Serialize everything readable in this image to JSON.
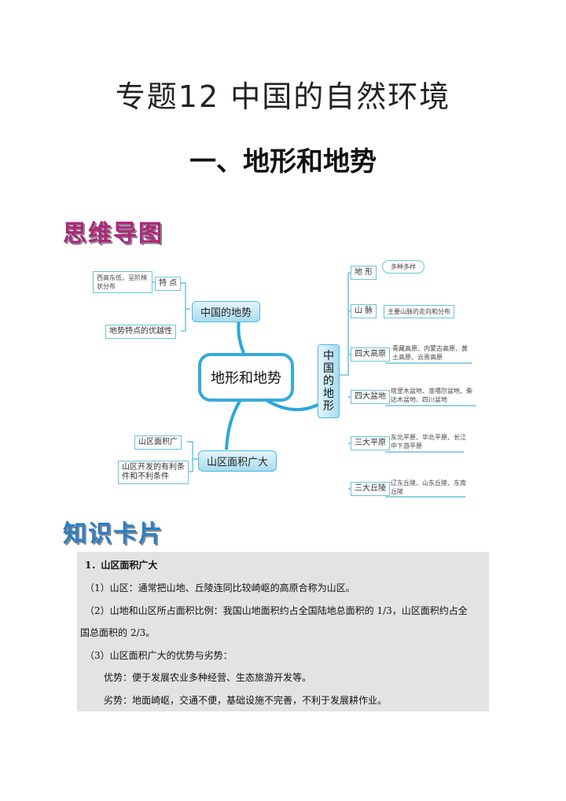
{
  "title": "专题12  中国的自然环境",
  "subtitle": "一、地形和地势",
  "banners": {
    "mind_map": "思维导图",
    "knowledge_card": "知识卡片"
  },
  "mind_map": {
    "center": "地形和地势",
    "left_top": {
      "label": "中国的地势",
      "children": [
        {
          "label": "特 点",
          "detail": "西高东低，呈阶梯状分布"
        },
        {
          "label": "地势特点的优越性"
        }
      ]
    },
    "left_bottom": {
      "label": "山区面积广大",
      "children": [
        {
          "label": "山区面积广"
        },
        {
          "label": "山区开发的有利条件和不利条件"
        }
      ]
    },
    "right": {
      "label": "中国的地形",
      "children": [
        {
          "label": "地 形",
          "detail": "多种多样"
        },
        {
          "label": "山 脉",
          "detail": "主要山脉的走向和分布"
        },
        {
          "label": "四大高原",
          "detail": "青藏高原、内蒙古高原、黄土高原、云贵高原"
        },
        {
          "label": "四大盆地",
          "detail": "塔里木盆地、准噶尔盆地、柴达木盆地、四川盆地"
        },
        {
          "label": "三大平原",
          "detail": "东北平原、华北平原、长江中下游平原"
        },
        {
          "label": "三大丘陵",
          "detail": "辽东丘陵、山东丘陵、东南丘陵"
        }
      ]
    }
  },
  "card": {
    "heading": "1．山区面积广大",
    "lines": [
      "（1）山区：通常把山地、丘陵连同比较崎岖的高原合称为山区。",
      "（2）山地和山区所占面积比例：我国山地面积约占全国陆地总面积的 1/3，山区面积约占全",
      "国总面积的 2/3。",
      "（3）山区面积广大的优势与劣势：",
      "优势：便于发展农业多种经营、生态旅游开发等。",
      "劣势：地面崎岖，交通不便，基础设施不完善，不利于发展耕作业。"
    ]
  }
}
